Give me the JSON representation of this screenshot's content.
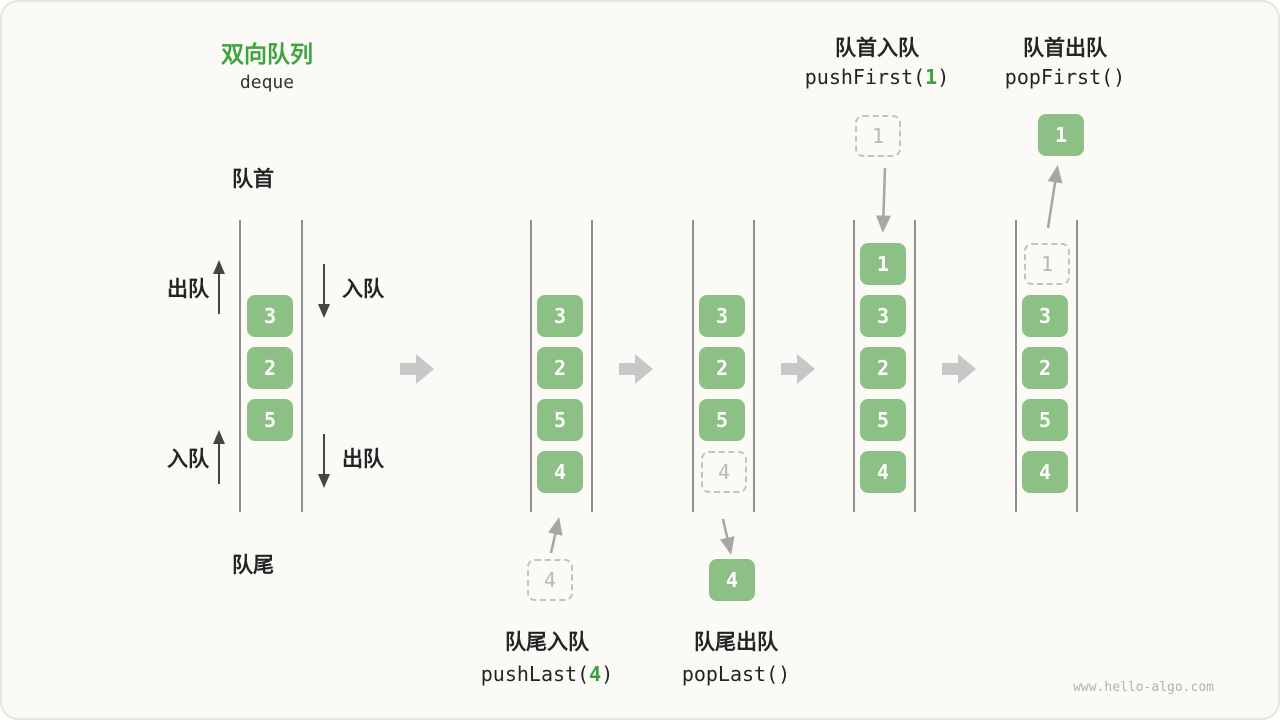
{
  "title": {
    "text": "双向队列",
    "subtitle": "deque"
  },
  "legend": {
    "front": "队首",
    "rear": "队尾",
    "dequeue_top_left": "出队",
    "enqueue_top_right": "入队",
    "enqueue_bottom_left": "入队",
    "dequeue_bottom_right": "出队"
  },
  "operations": {
    "push_first": {
      "label": "队首入队",
      "code_pre": "pushFirst(",
      "arg": "1",
      "code_post": ")"
    },
    "pop_first": {
      "label": "队首出队",
      "code": "popFirst()"
    },
    "push_last": {
      "label": "队尾入队",
      "code_pre": "pushLast(",
      "arg": "4",
      "code_post": ")"
    },
    "pop_last": {
      "label": "队尾出队",
      "code": "popLast()"
    }
  },
  "queues": {
    "q1": {
      "cells": [
        "3",
        "2",
        "5"
      ]
    },
    "q2": {
      "cells": [
        "3",
        "2",
        "5",
        "4"
      ],
      "incoming": "4"
    },
    "q3": {
      "cells": [
        "3",
        "2",
        "5"
      ],
      "ghost": "4",
      "outgoing": "4"
    },
    "q4": {
      "cells": [
        "1",
        "3",
        "2",
        "5",
        "4"
      ],
      "incoming": "1"
    },
    "q5": {
      "cells": [
        "3",
        "2",
        "5",
        "4"
      ],
      "ghost": "1",
      "outgoing": "1"
    }
  },
  "colors": {
    "cell_green": "#8CC084",
    "title_green": "#3FA43F",
    "arrow_gray": "#C7C7C7"
  },
  "watermark": "www.hello-algo.com"
}
